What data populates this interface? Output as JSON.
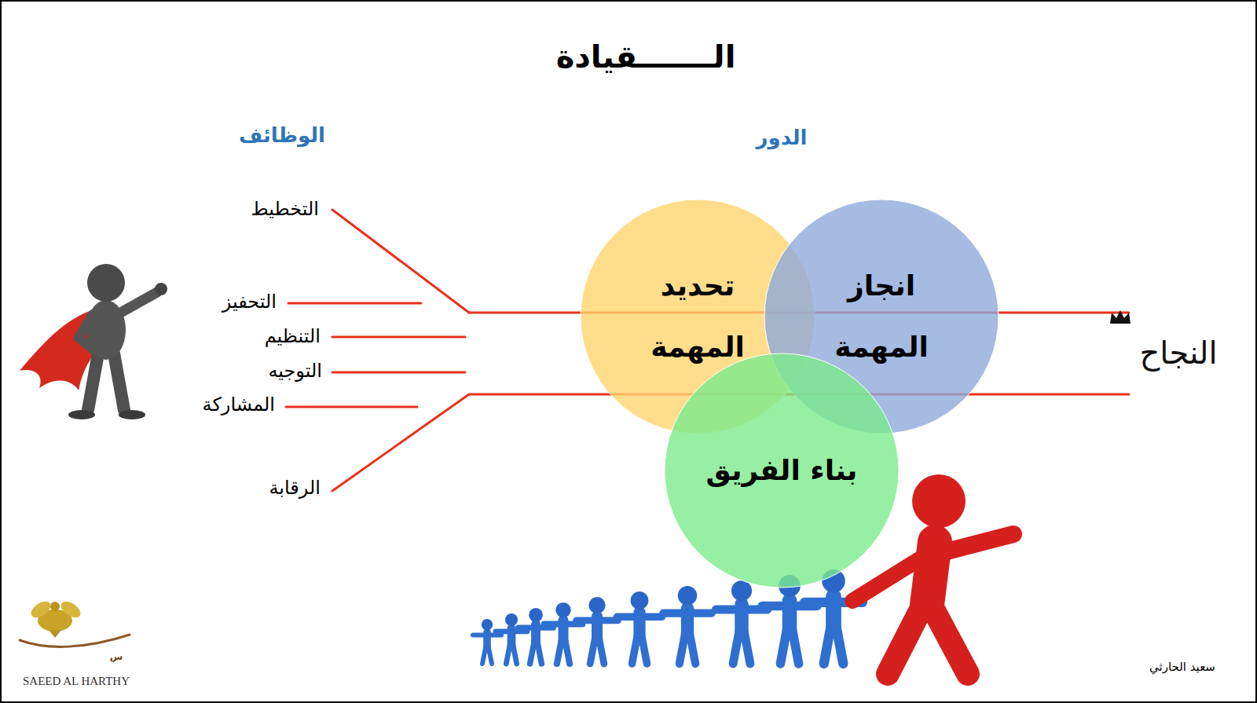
{
  "diagram": {
    "title": "الـــــــقيادة",
    "nodes": [
      {
        "text": [
          "تحديد المهمة"
        ]
      },
      {
        "text": [
          "انجاز المهمة"
        ]
      },
      {
        "text": [
          "بناء الفريق"
        ]
      }
    ],
    "labels": [
      "الوظائف",
      "الدور",
      "التخطيط",
      "التحفيز",
      "التنظيم",
      "التوجيه",
      "المشاركة",
      "الرقابة",
      "النجاح",
      "سعيد الحارثي",
      "SAEED AL HARTHY",
      "س"
    ]
  }
}
